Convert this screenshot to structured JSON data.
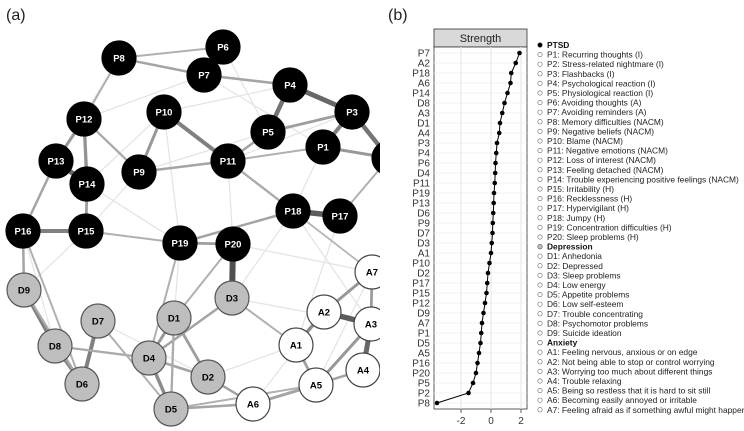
{
  "panels": {
    "a": "(a)",
    "b": "(b)"
  },
  "network": {
    "nodes": [
      {
        "id": "P1",
        "group": "ptsd"
      },
      {
        "id": "P2",
        "group": "ptsd"
      },
      {
        "id": "P3",
        "group": "ptsd"
      },
      {
        "id": "P4",
        "group": "ptsd"
      },
      {
        "id": "P5",
        "group": "ptsd"
      },
      {
        "id": "P6",
        "group": "ptsd"
      },
      {
        "id": "P7",
        "group": "ptsd"
      },
      {
        "id": "P8",
        "group": "ptsd"
      },
      {
        "id": "P9",
        "group": "ptsd"
      },
      {
        "id": "P10",
        "group": "ptsd"
      },
      {
        "id": "P11",
        "group": "ptsd"
      },
      {
        "id": "P12",
        "group": "ptsd"
      },
      {
        "id": "P13",
        "group": "ptsd"
      },
      {
        "id": "P14",
        "group": "ptsd"
      },
      {
        "id": "P15",
        "group": "ptsd"
      },
      {
        "id": "P16",
        "group": "ptsd"
      },
      {
        "id": "P17",
        "group": "ptsd"
      },
      {
        "id": "P18",
        "group": "ptsd"
      },
      {
        "id": "P19",
        "group": "ptsd"
      },
      {
        "id": "P20",
        "group": "ptsd"
      },
      {
        "id": "D1",
        "group": "depression"
      },
      {
        "id": "D2",
        "group": "depression"
      },
      {
        "id": "D3",
        "group": "depression"
      },
      {
        "id": "D4",
        "group": "depression"
      },
      {
        "id": "D5",
        "group": "depression"
      },
      {
        "id": "D6",
        "group": "depression"
      },
      {
        "id": "D7",
        "group": "depression"
      },
      {
        "id": "D8",
        "group": "depression"
      },
      {
        "id": "D9",
        "group": "depression"
      },
      {
        "id": "A1",
        "group": "anxiety"
      },
      {
        "id": "A2",
        "group": "anxiety"
      },
      {
        "id": "A3",
        "group": "anxiety"
      },
      {
        "id": "A4",
        "group": "anxiety"
      },
      {
        "id": "A5",
        "group": "anxiety"
      },
      {
        "id": "A6",
        "group": "anxiety"
      },
      {
        "id": "A7",
        "group": "anxiety"
      }
    ],
    "edges": [
      {
        "a": "P6",
        "b": "P7",
        "w": 0.9
      },
      {
        "a": "P7",
        "b": "P8",
        "w": 0.3
      },
      {
        "a": "P6",
        "b": "P8",
        "w": 0.2
      },
      {
        "a": "P4",
        "b": "P3",
        "w": 0.8
      },
      {
        "a": "P4",
        "b": "P5",
        "w": 0.7
      },
      {
        "a": "P3",
        "b": "P1",
        "w": 0.6
      },
      {
        "a": "P3",
        "b": "P2",
        "w": 0.7
      },
      {
        "a": "P3",
        "b": "P5",
        "w": 0.35
      },
      {
        "a": "P1",
        "b": "P2",
        "w": 0.4
      },
      {
        "a": "P10",
        "b": "P11",
        "w": 0.6
      },
      {
        "a": "P10",
        "b": "P9",
        "w": 0.4
      },
      {
        "a": "P9",
        "b": "P11",
        "w": 0.3
      },
      {
        "a": "P12",
        "b": "P13",
        "w": 0.4
      },
      {
        "a": "P12",
        "b": "P14",
        "w": 0.45
      },
      {
        "a": "P13",
        "b": "P14",
        "w": 0.8
      },
      {
        "a": "P13",
        "b": "P16",
        "w": 0.3
      },
      {
        "a": "P16",
        "b": "P15",
        "w": 0.6
      },
      {
        "a": "P14",
        "b": "P15",
        "w": 0.35
      },
      {
        "a": "P18",
        "b": "P17",
        "w": 0.9
      },
      {
        "a": "P19",
        "b": "P20",
        "w": 0.35
      },
      {
        "a": "P20",
        "b": "D3",
        "w": 1.0
      },
      {
        "a": "P18",
        "b": "P19",
        "w": 0.3
      },
      {
        "a": "P5",
        "b": "P11",
        "w": 0.3
      },
      {
        "a": "P7",
        "b": "P4",
        "w": 0.3
      },
      {
        "a": "P12",
        "b": "P9",
        "w": 0.25
      },
      {
        "a": "P11",
        "b": "P18",
        "w": 0.25
      },
      {
        "a": "P15",
        "b": "P19",
        "w": 0.2
      },
      {
        "a": "P16",
        "b": "D9",
        "w": 0.3
      },
      {
        "a": "D9",
        "b": "D8",
        "w": 0.6
      },
      {
        "a": "D8",
        "b": "D6",
        "w": 0.5
      },
      {
        "a": "D6",
        "b": "D7",
        "w": 0.6
      },
      {
        "a": "D4",
        "b": "D1",
        "w": 0.4
      },
      {
        "a": "D4",
        "b": "D5",
        "w": 0.5
      },
      {
        "a": "D4",
        "b": "D2",
        "w": 0.3
      },
      {
        "a": "D1",
        "b": "D2",
        "w": 0.35
      },
      {
        "a": "D3",
        "b": "D4",
        "w": 0.3
      },
      {
        "a": "D8",
        "b": "D4",
        "w": 0.25
      },
      {
        "a": "A2",
        "b": "A3",
        "w": 0.9
      },
      {
        "a": "A3",
        "b": "A4",
        "w": 0.8
      },
      {
        "a": "A2",
        "b": "A1",
        "w": 0.5
      },
      {
        "a": "A5",
        "b": "A3",
        "w": 0.4
      },
      {
        "a": "A1",
        "b": "A5",
        "w": 0.35
      },
      {
        "a": "A6",
        "b": "A5",
        "w": 0.35
      },
      {
        "a": "A7",
        "b": "A2",
        "w": 0.4
      },
      {
        "a": "A7",
        "b": "A3",
        "w": 0.35
      },
      {
        "a": "A6",
        "b": "D5",
        "w": 0.3
      },
      {
        "a": "A6",
        "b": "D2",
        "w": 0.3
      },
      {
        "a": "D5",
        "b": "A5",
        "w": 0.2
      },
      {
        "a": "A1",
        "b": "D3",
        "w": 0.2
      },
      {
        "a": "A6",
        "b": "A4",
        "w": 0.3
      },
      {
        "a": "D1",
        "b": "D5",
        "w": 0.25
      },
      {
        "a": "P16",
        "b": "D6",
        "w": 0.2
      },
      {
        "a": "P8",
        "b": "P12",
        "w": 0.2
      },
      {
        "a": "P2",
        "b": "P17",
        "w": 0.2
      },
      {
        "a": "D7",
        "b": "D5",
        "w": 0.2
      },
      {
        "a": "D9",
        "b": "D6",
        "w": 0.25
      },
      {
        "a": "P1",
        "b": "P11",
        "w": 0.2
      },
      {
        "a": "P18",
        "b": "A7",
        "w": 0.15
      },
      {
        "a": "P20",
        "b": "D1",
        "w": 0.2
      },
      {
        "a": "P19",
        "b": "D4",
        "w": 0.2
      }
    ]
  },
  "strength": {
    "title": "Strength",
    "ticks": [
      -2,
      0,
      2
    ],
    "xlim": [
      -3.8,
      2.4
    ],
    "items": [
      {
        "label": "P7",
        "value": 1.9
      },
      {
        "label": "A2",
        "value": 1.65
      },
      {
        "label": "P18",
        "value": 1.35
      },
      {
        "label": "A6",
        "value": 1.3
      },
      {
        "label": "P14",
        "value": 1.1
      },
      {
        "label": "D8",
        "value": 0.9
      },
      {
        "label": "A3",
        "value": 0.75
      },
      {
        "label": "D1",
        "value": 0.6
      },
      {
        "label": "A4",
        "value": 0.55
      },
      {
        "label": "P3",
        "value": 0.4
      },
      {
        "label": "P4",
        "value": 0.35
      },
      {
        "label": "P6",
        "value": 0.3
      },
      {
        "label": "D4",
        "value": 0.28
      },
      {
        "label": "P11",
        "value": 0.25
      },
      {
        "label": "P19",
        "value": 0.2
      },
      {
        "label": "P13",
        "value": 0.18
      },
      {
        "label": "D6",
        "value": 0.15
      },
      {
        "label": "P9",
        "value": 0.12
      },
      {
        "label": "D7",
        "value": 0.1
      },
      {
        "label": "D3",
        "value": 0.05
      },
      {
        "label": "A1",
        "value": 0.0
      },
      {
        "label": "P10",
        "value": -0.1
      },
      {
        "label": "D2",
        "value": -0.2
      },
      {
        "label": "P17",
        "value": -0.25
      },
      {
        "label": "P15",
        "value": -0.3
      },
      {
        "label": "P12",
        "value": -0.4
      },
      {
        "label": "D9",
        "value": -0.5
      },
      {
        "label": "A7",
        "value": -0.6
      },
      {
        "label": "P1",
        "value": -0.65
      },
      {
        "label": "D5",
        "value": -0.7
      },
      {
        "label": "A5",
        "value": -0.8
      },
      {
        "label": "P16",
        "value": -0.9
      },
      {
        "label": "P20",
        "value": -1.0
      },
      {
        "label": "P5",
        "value": -1.2
      },
      {
        "label": "P2",
        "value": -1.5
      },
      {
        "label": "P8",
        "value": -3.6
      }
    ]
  },
  "legend": {
    "groups": [
      {
        "name": "PTSD",
        "color": "#000000",
        "items": [
          "P1: Recurring thoughts (I)",
          "P2: Stress-related nightmare (I)",
          "P3: Flashbacks (I)",
          "P4: Psychological reaction (I)",
          "P5: Physiological reaction (I)",
          "P6: Avoiding thoughts (A)",
          "P7: Avoiding reminders (A)",
          "P8: Memory difficulties (NACM)",
          "P9: Negative beliefs (NACM)",
          "P10: Blame (NACM)",
          "P11: Negative emotions (NACM)",
          "P12: Loss of interest (NACM)",
          "P13: Feeling detached (NACM)",
          "P14: Trouble experiencing positive feelings (NACM)",
          "P15: Irritability (H)",
          "P16: Recklessness (H)",
          "P17: Hypervigilant (H)",
          "P18: Jumpy (H)",
          "P19: Concentration difficulties (H)",
          "P20: Sleep problems (H)"
        ]
      },
      {
        "name": "Depression",
        "color": "#bebebe",
        "items": [
          "D1: Anhedonia",
          "D2: Depressed",
          "D3: Sleep problems",
          "D4: Low energy",
          "D5: Appetite problems",
          "D6: Low self-esteem",
          "D7: Trouble concentrating",
          "D8: Psychomotor problems",
          "D9: Suicide ideation"
        ]
      },
      {
        "name": "Anxiety",
        "color": "#ffffff",
        "items": [
          "A1: Feeling nervous, anxious or on edge",
          "A2: Not being able to stop or control worrying",
          "A3: Worrying too much about different things",
          "A4: Trouble relaxing",
          "A5: Being so restless that it is hard to sit still",
          "A6: Becoming easily annoyed or irritable",
          "A7: Feeling afraid as if something awful might happen"
        ]
      }
    ]
  }
}
